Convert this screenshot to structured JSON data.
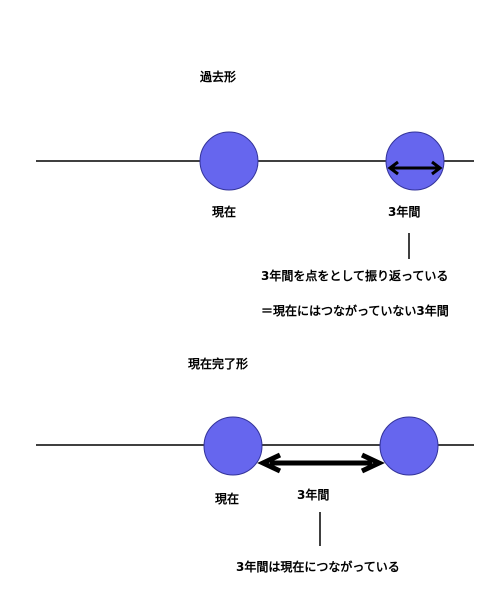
{
  "colors": {
    "circle_fill": "#6666ee",
    "circle_stroke": "#333399",
    "line": "#000000",
    "background": "#ffffff"
  },
  "past": {
    "title": "過去形",
    "now_label": "現在",
    "period_label": "3年間",
    "note_line1": "3年間を点をとして振り返っている",
    "note_line2": "＝現在にはつながっていない3年間"
  },
  "perfect": {
    "title": "現在完了形",
    "now_label": "現在",
    "period_label": "3年間",
    "note": "3年間は現在につながっている"
  }
}
